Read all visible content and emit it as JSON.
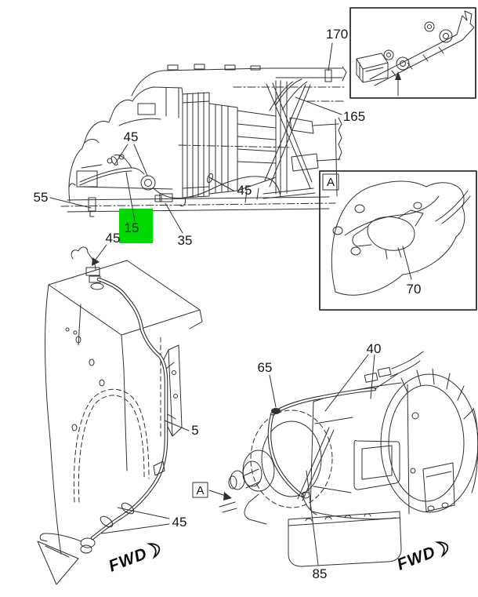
{
  "colors": {
    "background": "#ffffff",
    "line": "#303030",
    "highlight_green": "#00d900"
  },
  "callouts": {
    "main_view": {
      "c170": "170",
      "c165": "165",
      "c45_engine": "45",
      "c55": "55",
      "c15": "15",
      "c35": "35",
      "c45_trans": "45"
    },
    "firewall_view": {
      "c45_top": "45",
      "c5": "5",
      "c45_clamps": "45"
    },
    "transmission_view": {
      "c65": "65",
      "c40": "40",
      "c85": "85"
    },
    "detail_view": {
      "c70": "70"
    }
  },
  "labels": {
    "detail_corner": "A",
    "detail_pointer": "A",
    "fwd_left": "FWD",
    "fwd_right": "FWD"
  }
}
